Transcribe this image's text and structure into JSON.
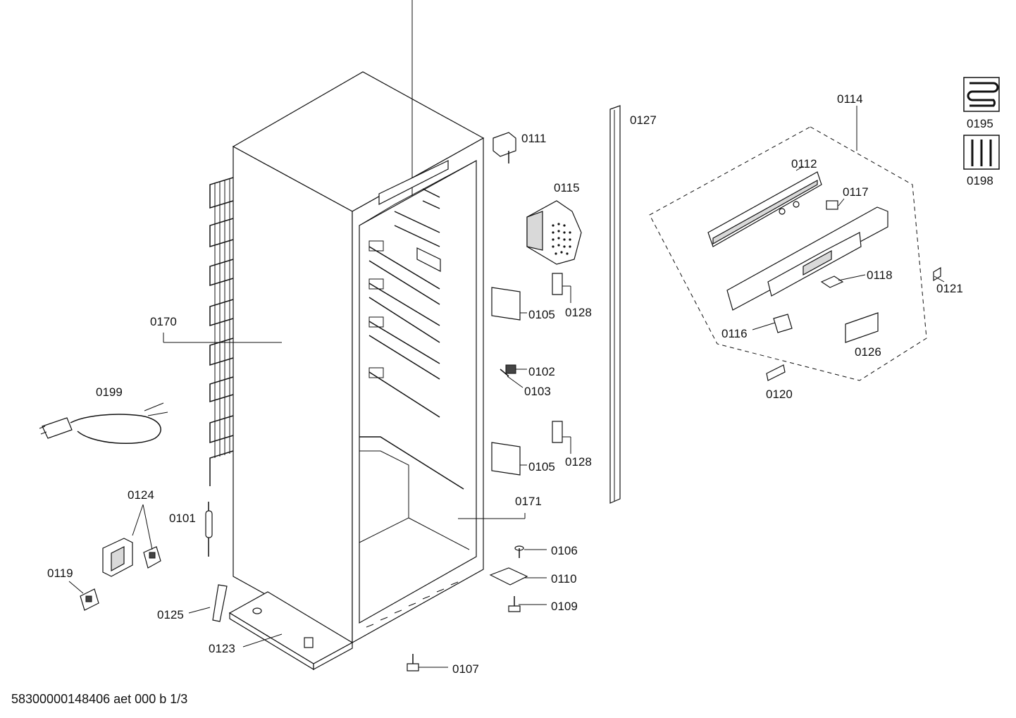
{
  "labels": {
    "p0111": "0111",
    "p0127": "0127",
    "p0114": "0114",
    "p0195": "0195",
    "p0198": "0198",
    "p0115": "0115",
    "p0112": "0112",
    "p0117": "0117",
    "p0118": "0118",
    "p0121": "0121",
    "p0105a": "0105",
    "p0128a": "0128",
    "p0116": "0116",
    "p0126": "0126",
    "p0170": "0170",
    "p0102": "0102",
    "p0103": "0103",
    "p0120": "0120",
    "p0199": "0199",
    "p0105b": "0105",
    "p0128b": "0128",
    "p0124": "0124",
    "p0171": "0171",
    "p0101": "0101",
    "p0106": "0106",
    "p0119": "0119",
    "p0110": "0110",
    "p0109": "0109",
    "p0125": "0125",
    "p0123": "0123",
    "p0107": "0107"
  },
  "footer": "58300000148406 aet 000 b 1/3"
}
